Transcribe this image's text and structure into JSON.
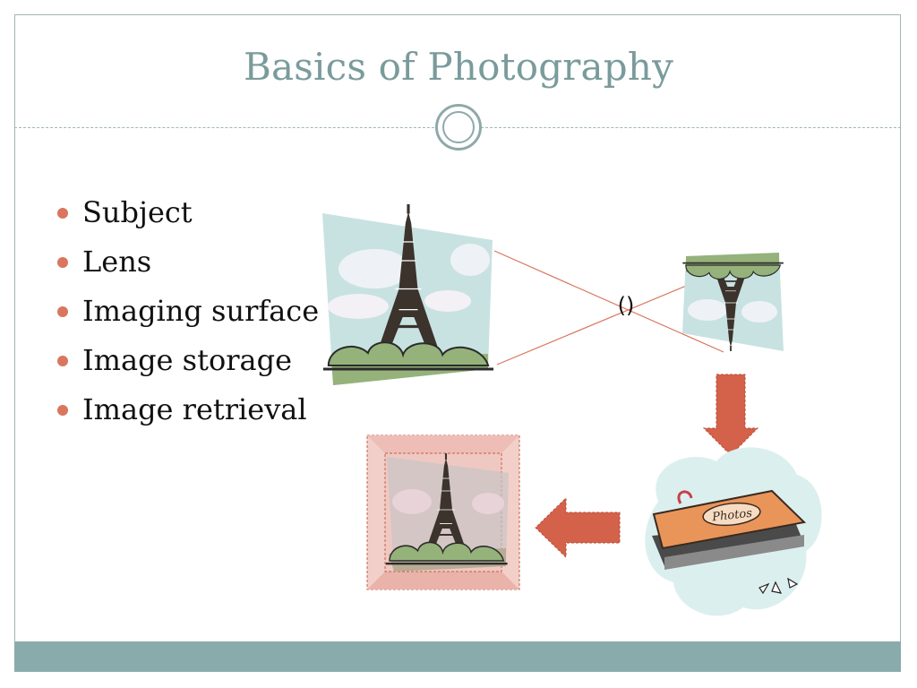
{
  "slide": {
    "title": "Basics of Photography",
    "bullets": [
      "Subject",
      "Lens",
      "Imaging surface",
      "Image storage",
      "Image retrieval"
    ]
  },
  "diagram": {
    "album_label": "Photos",
    "lens_symbol": "()"
  },
  "colors": {
    "title": "#7a9b9b",
    "accent": "#d9765f",
    "footer": "#8aabab",
    "sky": "#c8e2e2",
    "foliage": "#94b27a"
  }
}
